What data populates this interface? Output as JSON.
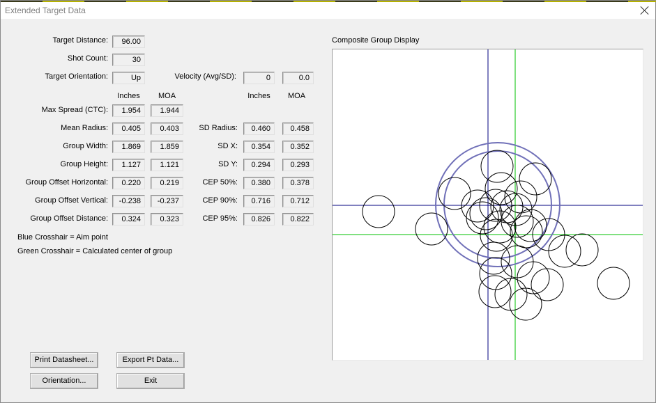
{
  "window": {
    "title": "Extended Target Data"
  },
  "labels": {
    "target_distance": "Target Distance:",
    "shot_count": "Shot Count:",
    "target_orientation": "Target Orientation:",
    "velocity": "Velocity (Avg/SD):",
    "col_inches_left": "Inches",
    "col_moa_left": "MOA",
    "col_inches_right": "Inches",
    "col_moa_right": "MOA",
    "max_spread": "Max Spread (CTC):",
    "mean_radius": "Mean Radius:",
    "group_width": "Group Width:",
    "group_height": "Group Height:",
    "offset_horizontal": "Group Offset Horizontal:",
    "offset_vertical": "Group Offset Vertical:",
    "offset_distance": "Group Offset Distance:",
    "sd_radius": "SD Radius:",
    "sd_x": "SD X:",
    "sd_y": "SD Y:",
    "cep50": "CEP 50%:",
    "cep90": "CEP 90%:",
    "cep95": "CEP 95%:",
    "legend_blue": "Blue Crosshair = Aim point",
    "legend_green": "Green Crosshair = Calculated center of group",
    "plot_title": "Composite Group Display"
  },
  "values": {
    "target_distance": "96.00",
    "shot_count": "30",
    "target_orientation": "Up",
    "velocity_avg": "0",
    "velocity_sd": "0.0",
    "max_spread_in": "1.954",
    "max_spread_moa": "1.944",
    "mean_radius_in": "0.405",
    "mean_radius_moa": "0.403",
    "group_width_in": "1.869",
    "group_width_moa": "1.859",
    "group_height_in": "1.127",
    "group_height_moa": "1.121",
    "offset_h_in": "0.220",
    "offset_h_moa": "0.219",
    "offset_v_in": "-0.238",
    "offset_v_moa": "-0.237",
    "offset_d_in": "0.324",
    "offset_d_moa": "0.323",
    "sd_radius_in": "0.460",
    "sd_radius_moa": "0.458",
    "sd_x_in": "0.354",
    "sd_x_moa": "0.352",
    "sd_y_in": "0.294",
    "sd_y_moa": "0.293",
    "cep50_in": "0.380",
    "cep50_moa": "0.378",
    "cep90_in": "0.716",
    "cep90_moa": "0.712",
    "cep95_in": "0.826",
    "cep95_moa": "0.822"
  },
  "buttons": {
    "print_datasheet": "Print Datasheet...",
    "export_pt_data": "Export Pt Data...",
    "orientation": "Orientation...",
    "exit": "Exit"
  },
  "colors": {
    "aim_crosshair": "#00007f",
    "center_crosshair": "#00c000",
    "cep_ring": "#7070b8",
    "shot_circle": "#000000"
  }
}
